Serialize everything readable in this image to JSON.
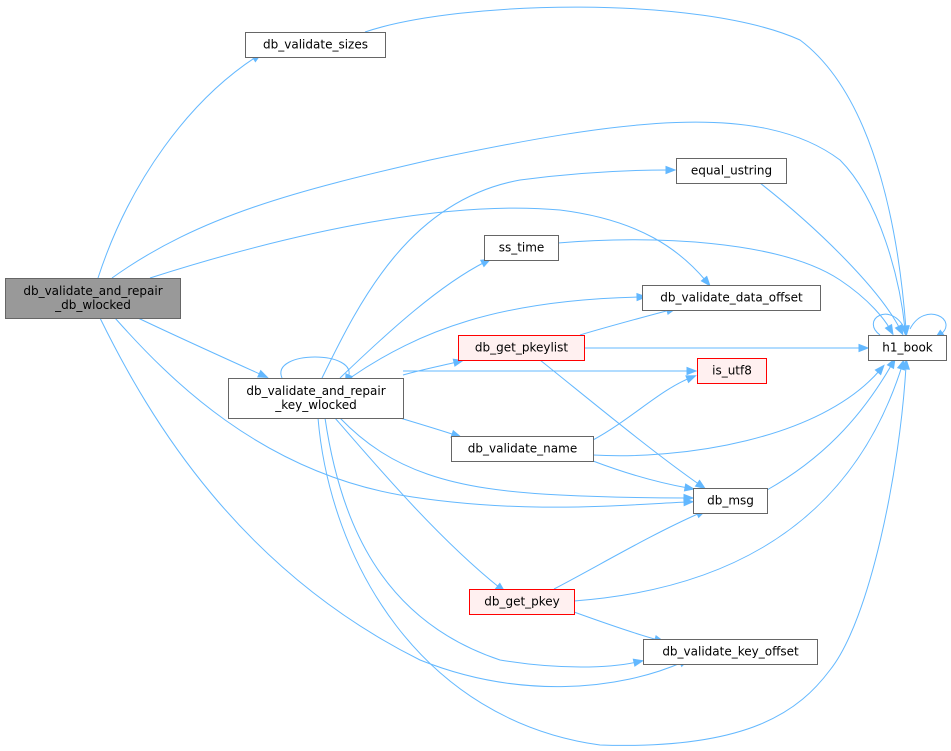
{
  "colors": {
    "edge": "#63b8ff",
    "node_border": "#666666",
    "node_fill": "#ffffff",
    "focus_fill": "#999999",
    "focus_border": "#666666",
    "truncated_border": "#ff0000",
    "truncated_fill": "#fff0f0",
    "text": "#000000"
  },
  "nodes": {
    "root": {
      "lines": [
        "db_validate_and_repair",
        "_db_wlocked"
      ],
      "style": "focus"
    },
    "sizes": {
      "lines": [
        "db_validate_sizes"
      ],
      "style": "normal"
    },
    "key_wlocked": {
      "lines": [
        "db_validate_and_repair",
        "_key_wlocked"
      ],
      "style": "normal"
    },
    "equal_ustring": {
      "lines": [
        "equal_ustring"
      ],
      "style": "normal"
    },
    "ss_time": {
      "lines": [
        "ss_time"
      ],
      "style": "normal"
    },
    "data_offset": {
      "lines": [
        "db_validate_data_offset"
      ],
      "style": "normal"
    },
    "get_pkeylist": {
      "lines": [
        "db_get_pkeylist"
      ],
      "style": "truncated"
    },
    "h1_book": {
      "lines": [
        "h1_book"
      ],
      "style": "normal"
    },
    "is_utf8": {
      "lines": [
        "is_utf8"
      ],
      "style": "truncated"
    },
    "validate_name": {
      "lines": [
        "db_validate_name"
      ],
      "style": "normal"
    },
    "db_msg": {
      "lines": [
        "db_msg"
      ],
      "style": "normal"
    },
    "get_pkey": {
      "lines": [
        "db_get_pkey"
      ],
      "style": "truncated"
    },
    "key_offset": {
      "lines": [
        "db_validate_key_offset"
      ],
      "style": "normal"
    }
  },
  "edges": [
    [
      "root",
      "sizes"
    ],
    [
      "root",
      "h1_book"
    ],
    [
      "root",
      "data_offset"
    ],
    [
      "root",
      "key_wlocked"
    ],
    [
      "root",
      "db_msg"
    ],
    [
      "root",
      "key_offset"
    ],
    [
      "sizes",
      "h1_book"
    ],
    [
      "key_wlocked",
      "key_wlocked"
    ],
    [
      "key_wlocked",
      "equal_ustring"
    ],
    [
      "key_wlocked",
      "ss_time"
    ],
    [
      "key_wlocked",
      "data_offset"
    ],
    [
      "key_wlocked",
      "get_pkeylist"
    ],
    [
      "key_wlocked",
      "is_utf8"
    ],
    [
      "key_wlocked",
      "validate_name"
    ],
    [
      "key_wlocked",
      "db_msg"
    ],
    [
      "key_wlocked",
      "get_pkey"
    ],
    [
      "key_wlocked",
      "key_offset"
    ],
    [
      "key_wlocked",
      "h1_book"
    ],
    [
      "equal_ustring",
      "h1_book"
    ],
    [
      "ss_time",
      "h1_book"
    ],
    [
      "get_pkeylist",
      "data_offset"
    ],
    [
      "get_pkeylist",
      "h1_book"
    ],
    [
      "get_pkeylist",
      "db_msg"
    ],
    [
      "validate_name",
      "is_utf8"
    ],
    [
      "validate_name",
      "db_msg"
    ],
    [
      "validate_name",
      "h1_book"
    ],
    [
      "db_msg",
      "h1_book"
    ],
    [
      "get_pkey",
      "db_msg"
    ],
    [
      "get_pkey",
      "h1_book"
    ],
    [
      "get_pkey",
      "key_offset"
    ],
    [
      "h1_book",
      "h1_book"
    ]
  ]
}
